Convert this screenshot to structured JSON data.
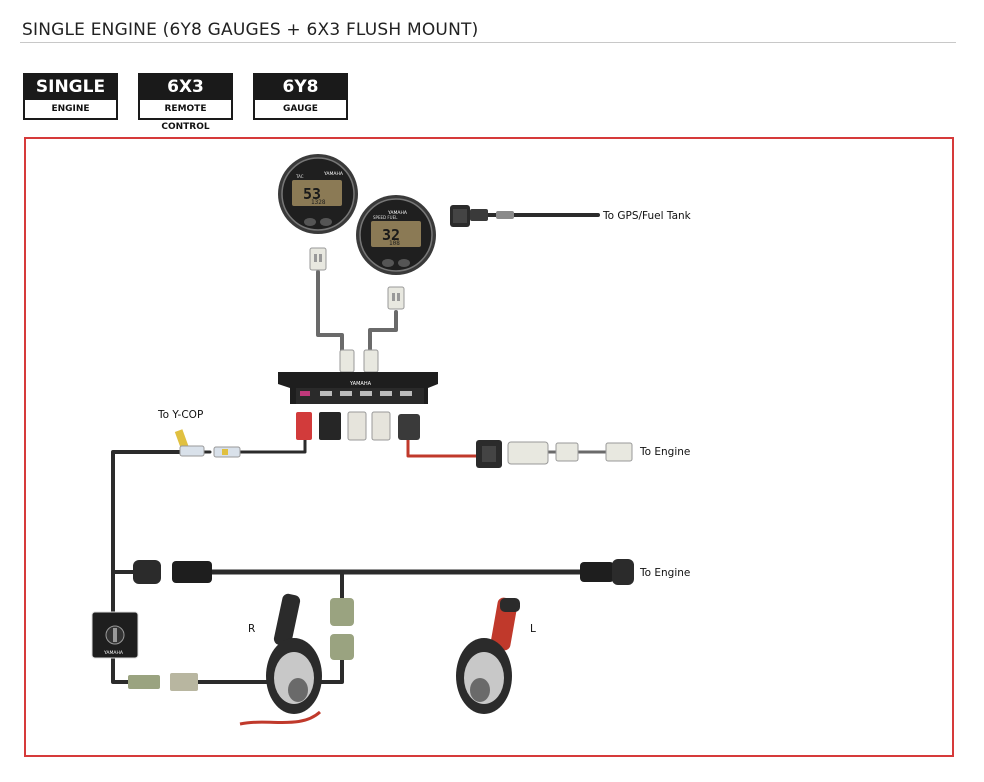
{
  "page_title": "SINGLE ENGINE (6Y8 GAUGES + 6X3 FLUSH MOUNT)",
  "badges": [
    {
      "top": "SINGLE",
      "bottom": "ENGINE"
    },
    {
      "top": "6X3",
      "bottom": "REMOTE CONTROL"
    },
    {
      "top": "6Y8",
      "bottom": "GAUGE"
    }
  ],
  "gauges": [
    {
      "brand": "YAMAHA",
      "main": "53",
      "sub": "1328",
      "corner": "TAC"
    },
    {
      "brand": "YAMAHA",
      "main": "32",
      "sub": "108",
      "corner": "SPEED FUEL"
    }
  ],
  "hub_brand": "YAMAHA",
  "key_switch_brand": "YAMAHA",
  "labels": {
    "gps": "To GPS/Fuel Tank",
    "ycop": "To Y-COP",
    "engine1": "To Engine",
    "engine2": "To Engine",
    "right": "R",
    "left": "L"
  },
  "colors": {
    "frame": "#d63a3a",
    "wire": "#2b2b2b",
    "wire_gray": "#6a6a6a",
    "wire_red": "#c0392b",
    "badge_bg": "#1a1a1a"
  }
}
